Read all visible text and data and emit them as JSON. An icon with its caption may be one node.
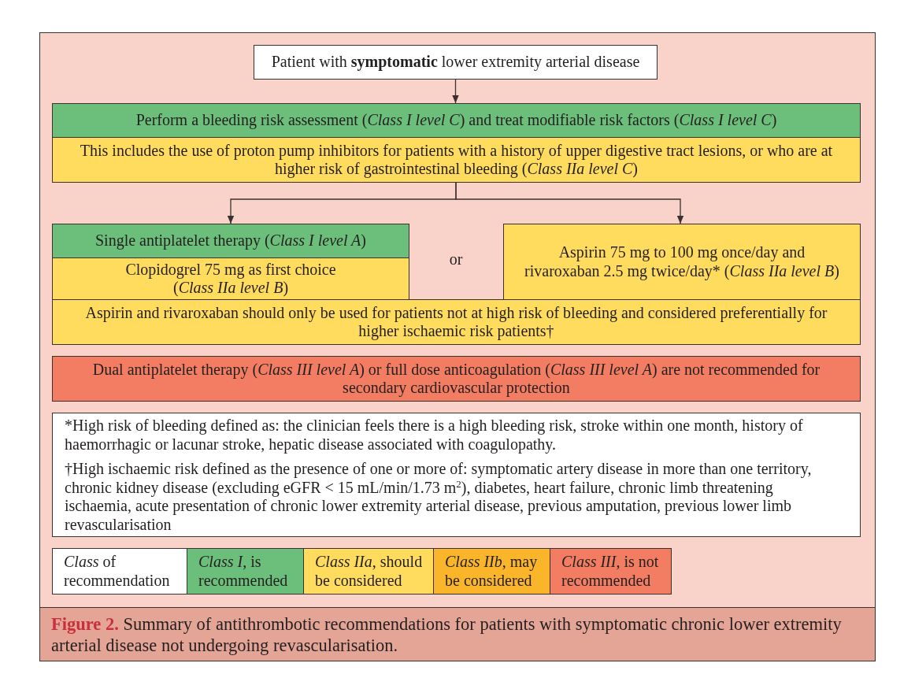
{
  "diagram": {
    "caption": "**Figure 2.** Summary of antithrombotic recommendations for patients with symptomatic chronic lower extremity arterial disease not undergoing revascularisation.",
    "nodes": [
      {
        "text": [
          "Patient with **symptomatic** lower extremity arterial disease"
        ]
      },
      {
        "text": [
          "Perform a bleeding risk assessment (*Class I level C*) and treat modifiable risk factors (*Class I level C*)"
        ]
      },
      {
        "text": [
          "This includes the use of proton pump inhibitors for patients with a history of upper digestive tract lesions, or who are at higher risk of gastrointestinal bleeding (*Class IIa level C*)"
        ]
      },
      {
        "text": [
          "Single antiplatelet therapy (*Class I level A*)"
        ]
      },
      {
        "text": [
          "Clopidogrel 75 mg as first choice (*Class IIa level B*)"
        ]
      },
      {
        "text": [
          "Aspirin 75 mg to 100 mg once/day and rivaroxaban 2.5 mg twice/day* (*Class IIa level B*)"
        ]
      },
      {
        "text": [
          "Aspirin and rivaroxaban should only be used for patients not at high risk of bleeding and considered preferentially for higher ischaemic risk patients†"
        ]
      },
      {
        "text": [
          "Dual antiplatelet therapy (*Class III level A*) or full dose anticoagulation (*Class III level A*) are not recommended for secondary cardiovascular protection"
        ]
      },
      {
        "text": [
          "*High risk of bleeding defined as: the clinician feels there is a high bleeding risk, stroke within one month, history of haemorrhagic or lacunar stroke, hepatic disease associated with coagulopathy.",
          "†High ischaemic risk defined as the presence of one or more of: symptomatic artery disease in more than one territory, chronic kidney disease (excluding eGFR < 15 mL/min/1.73 m$^{2}$), diabetes, heart failure, chronic limb threatening ischaemia, acute presentation of chronic lower extremity arterial disease, previous amputation, previous lower limb revascularisation"
        ]
      }
    ],
    "edges": [
      {
        "from": 0,
        "to": 1,
        "arrow": "to"
      },
      {
        "from": 2,
        "to": 3,
        "arrow": "to"
      },
      {
        "from": 2,
        "to": 5,
        "arrow": "to"
      }
    ],
    "labels": [
      "or",
      "*Class* of recommendation"
    ],
    "legend": [
      {
        "text": "*Class I*, is recommended",
        "color": "#6cbf7a"
      },
      {
        "text": "*Class IIa*, should be considered",
        "color": "#ffdc5d"
      },
      {
        "text": "*Class IIb*, may be considered",
        "color": "#fbb52b"
      },
      {
        "text": "*Class III*, is not recommended",
        "color": "#f27d62"
      }
    ]
  }
}
